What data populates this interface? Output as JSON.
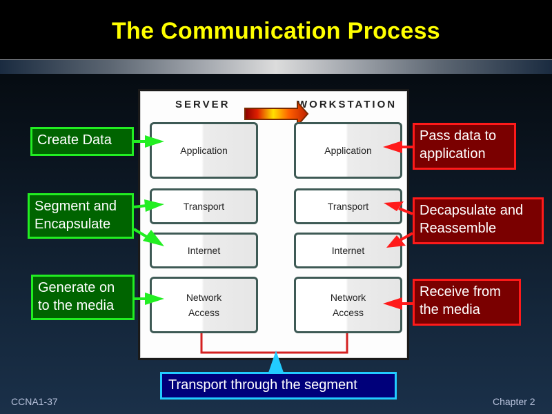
{
  "slide": {
    "title": "The Communication Process",
    "footer_left": "CCNA1-37",
    "footer_right": "Chapter 2",
    "title_color": "#ffff00"
  },
  "diagram": {
    "server_label": "SERVER",
    "workstation_label": "WORKSTATION",
    "server_layers": [
      {
        "name": "Application"
      },
      {
        "name": "Transport"
      },
      {
        "name": "Internet"
      },
      {
        "name": "Network Access"
      }
    ],
    "workstation_layers": [
      {
        "name": "Application"
      },
      {
        "name": "Transport"
      },
      {
        "name": "Internet"
      },
      {
        "name": "Network Access"
      }
    ],
    "data_flow_direction": "server-to-workstation"
  },
  "callouts": {
    "sender": [
      {
        "text": "Create Data",
        "target": "Application"
      },
      {
        "text": "Segment and Encapsulate",
        "target": "Transport, Internet"
      },
      {
        "text": "Generate on to the media",
        "target": "Network Access"
      }
    ],
    "receiver": [
      {
        "text": "Pass data to application",
        "target": "Application"
      },
      {
        "text": "Decapsulate and Reassemble",
        "target": "Transport, Internet"
      },
      {
        "text": "Receive from the media",
        "target": "Network Access"
      }
    ],
    "medium": {
      "text": "Transport through the segment"
    }
  },
  "colors": {
    "sender": "#22ee22",
    "receiver": "#ff1a1a",
    "medium": "#22ccff",
    "segment_line": "#d42020"
  }
}
